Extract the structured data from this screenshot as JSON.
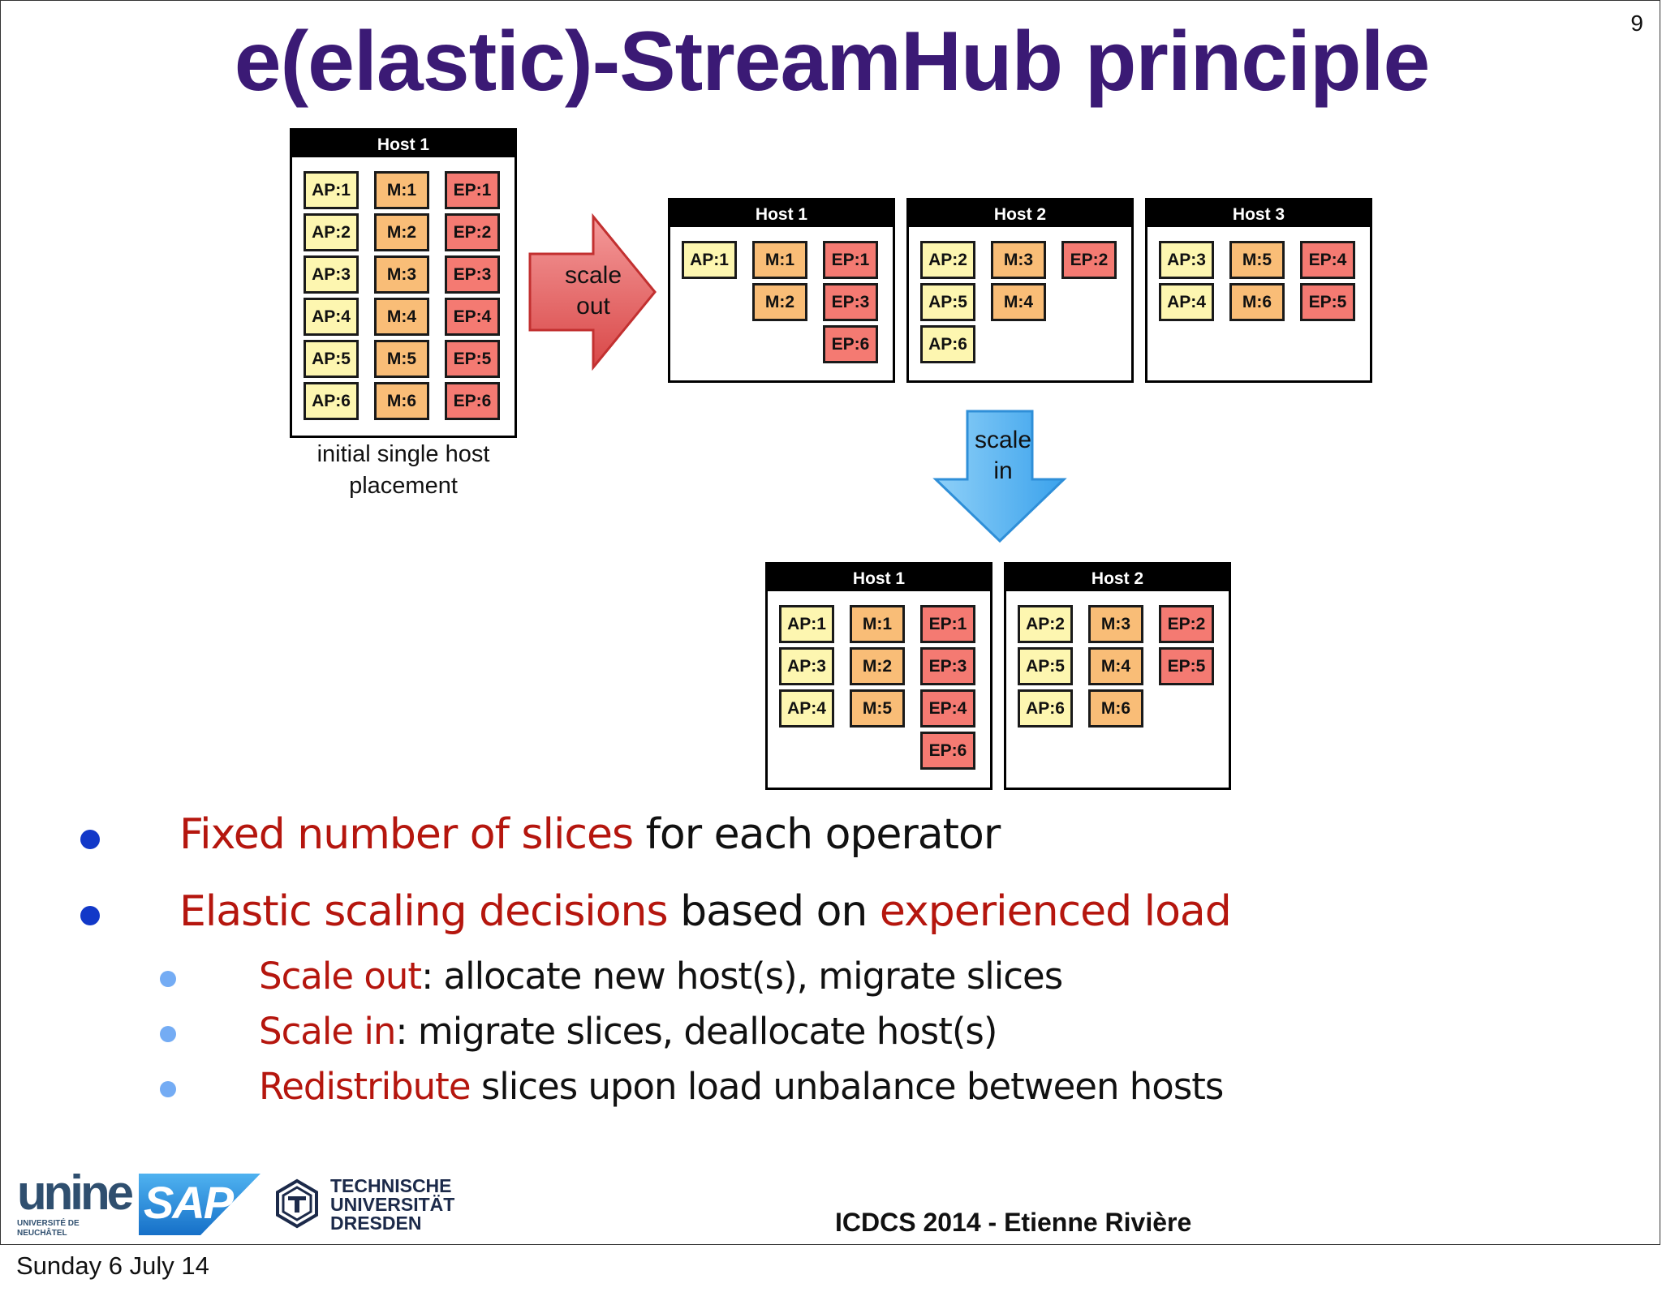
{
  "page_number": "9",
  "title": "e(elastic)-StreamHub principle",
  "initial": {
    "header": "Host 1",
    "caption_line1": "initial single host",
    "caption_line2": "placement",
    "ap": [
      "AP:1",
      "AP:2",
      "AP:3",
      "AP:4",
      "AP:5",
      "AP:6"
    ],
    "m": [
      "M:1",
      "M:2",
      "M:3",
      "M:4",
      "M:5",
      "M:6"
    ],
    "ep": [
      "EP:1",
      "EP:2",
      "EP:3",
      "EP:4",
      "EP:5",
      "EP:6"
    ]
  },
  "scale_out": {
    "label_line1": "scale",
    "label_line2": "out",
    "arrow_color": "#e25a5a",
    "hosts": [
      {
        "header": "Host 1",
        "ap": [
          "AP:1"
        ],
        "m": [
          "M:1",
          "M:2"
        ],
        "ep": [
          "EP:1",
          "EP:3",
          "EP:6"
        ]
      },
      {
        "header": "Host 2",
        "ap": [
          "AP:2",
          "AP:5",
          "AP:6"
        ],
        "m": [
          "M:3",
          "M:4"
        ],
        "ep": [
          "EP:2"
        ]
      },
      {
        "header": "Host 3",
        "ap": [
          "AP:3",
          "AP:4"
        ],
        "m": [
          "M:5",
          "M:6"
        ],
        "ep": [
          "EP:4",
          "EP:5"
        ]
      }
    ]
  },
  "scale_in": {
    "label_line1": "scale",
    "label_line2": "in",
    "arrow_color": "#4aaef0",
    "hosts": [
      {
        "header": "Host 1",
        "ap": [
          "AP:1",
          "AP:3",
          "AP:4"
        ],
        "m": [
          "M:1",
          "M:2",
          "M:5"
        ],
        "ep": [
          "EP:1",
          "EP:3",
          "EP:4",
          "EP:6"
        ]
      },
      {
        "header": "Host 2",
        "ap": [
          "AP:2",
          "AP:5",
          "AP:6"
        ],
        "m": [
          "M:3",
          "M:4",
          "M:6"
        ],
        "ep": [
          "EP:2",
          "EP:5"
        ]
      }
    ]
  },
  "bullets": [
    {
      "red": "Fixed number of slices",
      "rest": " for each operator"
    },
    {
      "red": "Elastic scaling decisions",
      "mid": " based on ",
      "red2": "experienced load"
    }
  ],
  "sub_bullets": [
    {
      "red": "Scale out",
      "rest": ": allocate new host(s), migrate slices"
    },
    {
      "red": "Scale in",
      "rest": ": migrate slices, deallocate host(s)"
    },
    {
      "red": "Redistribute",
      "rest": " slices upon load unbalance between hosts"
    }
  ],
  "footer": {
    "credit": "ICDCS 2014 - Etienne Rivière",
    "date": "Sunday 6 July 14",
    "logo_unine": "unine",
    "logo_unine_sub1": "UNIVERSITÉ DE",
    "logo_unine_sub2": "NEUCHÂTEL",
    "logo_sap": "SAP",
    "logo_tu_line1": "TECHNISCHE",
    "logo_tu_line2": "UNIVERSITÄT",
    "logo_tu_line3": "DRESDEN"
  },
  "colors": {
    "title": "#3b1a75",
    "accent_red": "#b5160e",
    "ap_fill": "#fdf6b0",
    "m_fill": "#f9bd77",
    "ep_fill": "#f47a72",
    "bullet_main": "#1238c8",
    "bullet_sub": "#74acf4"
  }
}
